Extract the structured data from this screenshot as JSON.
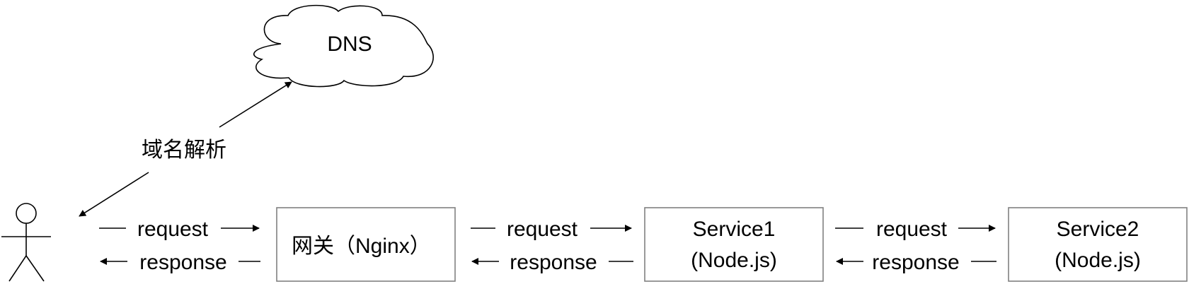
{
  "cloud": {
    "label": "DNS"
  },
  "dns_link": {
    "label": "域名解析"
  },
  "nodes": [
    {
      "id": "gateway",
      "lines": [
        "网关（Nginx）"
      ]
    },
    {
      "id": "service1",
      "lines": [
        "Service1",
        "(Node.js)"
      ]
    },
    {
      "id": "service2",
      "lines": [
        "Service2",
        "(Node.js)"
      ]
    }
  ],
  "links": [
    {
      "request": "request",
      "response": "response"
    },
    {
      "request": "request",
      "response": "response"
    },
    {
      "request": "request",
      "response": "response"
    }
  ],
  "colors": {
    "line": "#000000",
    "box_border": "#808080",
    "text": "#000000"
  }
}
